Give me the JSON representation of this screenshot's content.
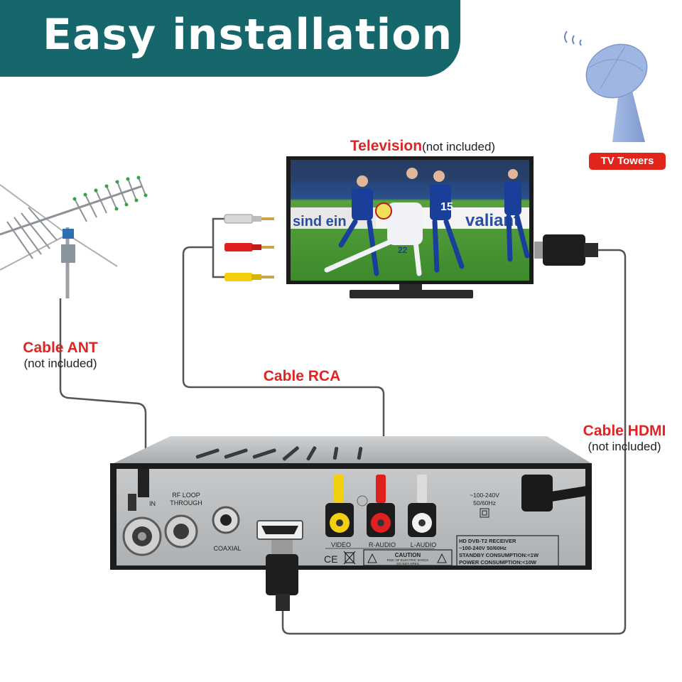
{
  "banner": {
    "title": "Easy installation"
  },
  "labels": {
    "television": "Television",
    "television_note": "(not included)",
    "tv_towers": "TV Towers",
    "cable_ant": "Cable ANT",
    "cable_ant_note": "(not included)",
    "cable_rca": "Cable RCA",
    "cable_hdmi": "Cable HDMI",
    "cable_hdmi_note": "(not included)"
  },
  "receiver": {
    "ant_in": "IN",
    "rf_loop": "RF LOOP",
    "rf_through": "THROUGH",
    "coaxial": "COAXIAL",
    "video": "VIDEO",
    "r_audio": "R-AUDIO",
    "l_audio": "L-AUDIO",
    "power_rating": "~100-240V",
    "power_freq": "50/60Hz",
    "ce_mark": "CE",
    "caution": "CAUTION",
    "caution_sub1": "RISK OF ELECTRIC SHOCK",
    "caution_sub2": "DO NOT OPEN",
    "spec_line1": "HD DVB-T2 RECEIVER",
    "spec_line2": "~100-240V 50/60Hz",
    "spec_line3": "STANDBY CONSUMPTION:<1W",
    "spec_line4": "POWER CONSUMPTION:<10W"
  },
  "tv_screen": {
    "ad_left": "sind ein",
    "ad_right": "valiant",
    "player_number_1": "22",
    "player_number_2": "15"
  },
  "colors": {
    "banner": "#15676c",
    "label_red": "#e02424",
    "badge_red": "#e1251b",
    "cable_gray": "#555555",
    "rca_white": "#dcdcdc",
    "rca_red": "#e01f1f",
    "rca_yellow": "#f2cf0f",
    "tower_blue": "#8ea8d8"
  }
}
